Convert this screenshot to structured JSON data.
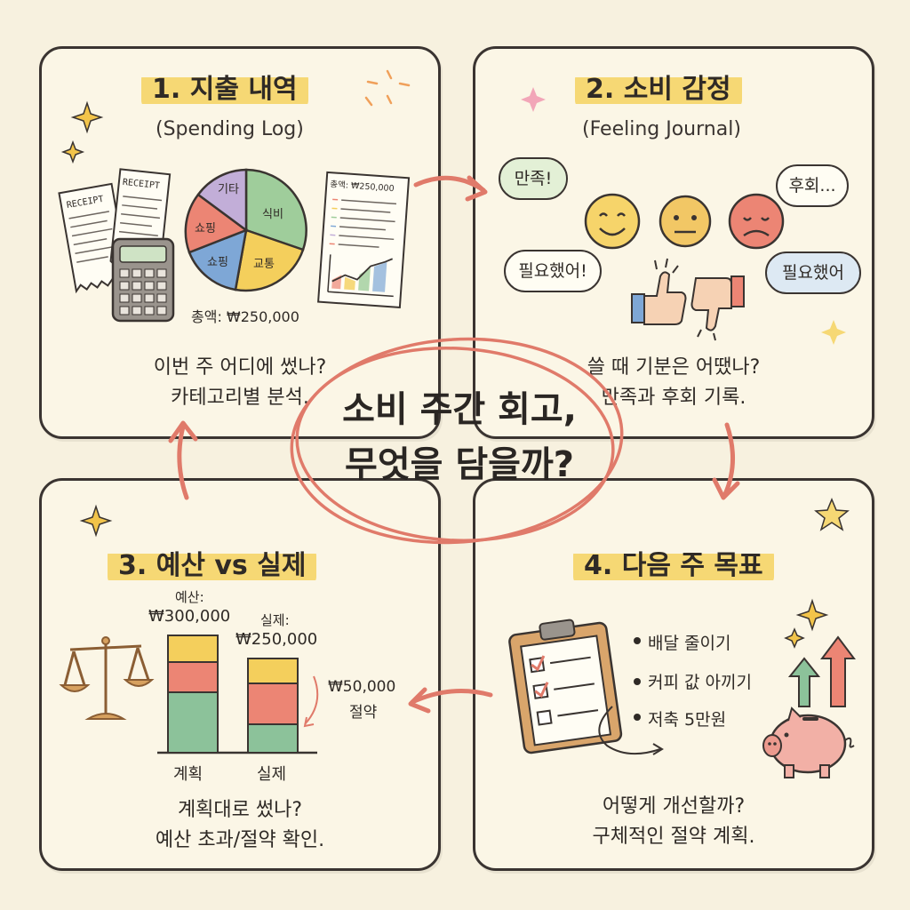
{
  "center": {
    "line1": "소비 주간 회고,",
    "line2": "무엇을 담을까?"
  },
  "panel1": {
    "title": "1. 지출 내역",
    "subtitle": "(Spending Log)",
    "receipt_label": "RECEIPT",
    "pie_labels": [
      "기타",
      "식비",
      "교통",
      "쇼핑",
      "쇼핑"
    ],
    "total": "총액: ₩250,000",
    "report_total": "총액: ₩250,000",
    "caption_line1": "이번 주 어디에 썼나?",
    "caption_line2": "카테고리별 분석."
  },
  "panel2": {
    "title": "2. 소비 감정",
    "subtitle": "(Feeling Journal)",
    "bubbles": [
      "만족!",
      "후회...",
      "필요했어!",
      "필요했어"
    ],
    "caption_line1": "쓸 때 기분은 어땠나?",
    "caption_line2": "만족과 후회 기록."
  },
  "panel3": {
    "title": "3. 예산 vs 실제",
    "budget_label": "예산:",
    "budget_value": "₩300,000",
    "actual_label": "실제:",
    "actual_value": "₩250,000",
    "savings_value": "₩50,000",
    "savings_label": "절약",
    "bar_labels": [
      "계획",
      "실제"
    ],
    "caption_line1": "계획대로 썼나?",
    "caption_line2": "예산 초과/절약 확인."
  },
  "panel4": {
    "title": "4. 다음 주 목표",
    "goals": [
      "배달 줄이기",
      "커피 값 아끼기",
      "저축 5만원"
    ],
    "caption_line1": "어떻게 개선할까?",
    "caption_line2": "구체적인 절약 계획."
  },
  "colors": {
    "accent_red": "#e07a6a",
    "highlight_yellow": "#f6d874",
    "green": "#8cc29a",
    "blue": "#6d9bcf",
    "purple": "#b9a3cf"
  }
}
